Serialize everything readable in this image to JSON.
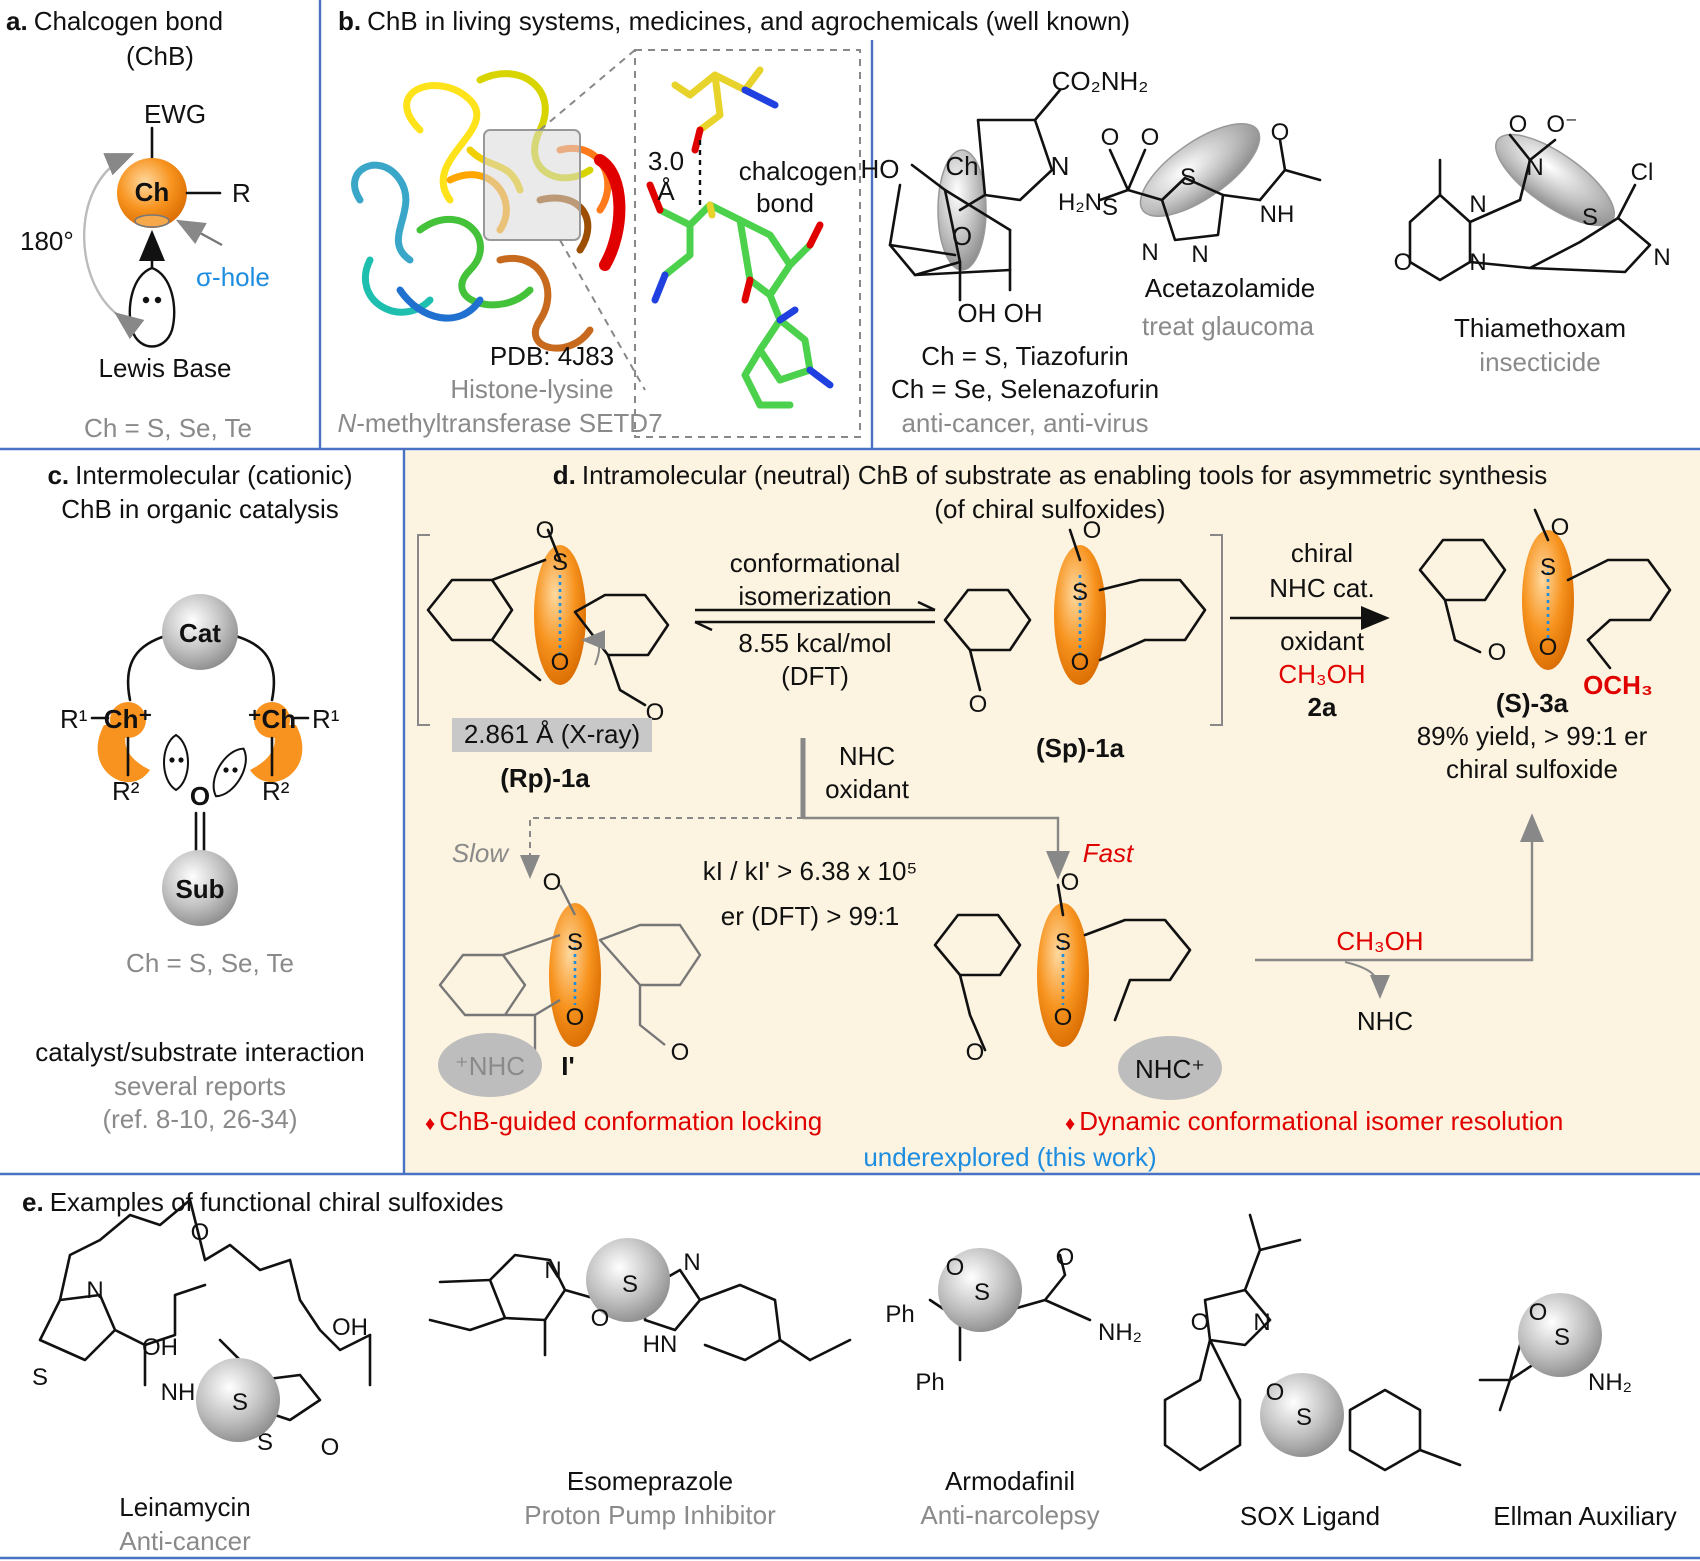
{
  "panel_a": {
    "heading_bold": "a.",
    "heading": "Chalcogen bond",
    "heading2": "(ChB)",
    "ewg": "EWG",
    "ch": "Ch",
    "r": "R",
    "angle": "180°",
    "sigma_hole": "σ-hole",
    "lewis_base": "Lewis Base",
    "footnote": "Ch = S, Se, Te"
  },
  "panel_b": {
    "heading_bold": "b.",
    "heading": "ChB in living systems, medicines, and agrochemicals (well known)",
    "distance": "3.0",
    "angstrom": "Å",
    "chalcogen": "chalcogen",
    "bond": "bond",
    "pdb": "PDB: 4J83",
    "protein_line1": "Histone-lysine",
    "protein_line2_italic": "N",
    "protein_line2": "-methyltransferase SETD7",
    "tiazofurin_co2nh2": "CO₂NH₂",
    "tiazofurin_ho": "HO",
    "tiazofurin_oh": "OH  OH",
    "tiazofurin_ch": "Ch",
    "tiazofurin_n": "N",
    "tiazofurin_o": "O",
    "tiazofurin_label1": "Ch = S, Tiazofurin",
    "tiazofurin_label2": "Ch = Se, Selenazofurin",
    "tiazofurin_use": "anti-cancer, anti-virus",
    "acetazolamide_name": "Acetazolamide",
    "acetazolamide_use": "treat glaucoma",
    "thiamethoxam_name": "Thiamethoxam",
    "thiamethoxam_use": "insecticide"
  },
  "panel_c": {
    "heading_bold": "c.",
    "heading": "Intermolecular (cationic)",
    "heading2": "ChB in organic catalysis",
    "cat": "Cat",
    "sub": "Sub",
    "footnote": "Ch = S, Se, Te",
    "interaction": "catalyst/substrate interaction",
    "reports": "several reports",
    "refs": "(ref. 8-10, 26-34)"
  },
  "panel_d": {
    "heading_bold": "d.",
    "heading": "Intramolecular (neutral) ChB of substrate as enabling tools for asymmetric synthesis",
    "heading2": "(of chiral sulfoxides)",
    "conformational": "conformational",
    "isomerization": "isomerization",
    "energy": "8.55 kcal/mol",
    "dft": "(DFT)",
    "xray": "2.861 Å (X-ray)",
    "rp": "(Rp)-1a",
    "sp": "(Sp)-1a",
    "chiral": "chiral",
    "nhc_cat": "NHC cat.",
    "oxidant": "oxidant",
    "methanol": "CH₃OH",
    "reagent": "2a",
    "product": "(S)-3a",
    "yield": "89% yield, > 99:1 er",
    "chiral_sulfoxide": "chiral sulfoxide",
    "och3": "OCH₃",
    "nhc": "NHC",
    "oxidant2": "oxidant",
    "slow": "Slow",
    "fast": "Fast",
    "kinetics": "kI / kI' > 6.38 x 10⁵",
    "er_dft": "er (DFT) > 99:1",
    "intermediate_slow": "I'",
    "nhc_plus_left": "⁺NHC",
    "nhc_plus_right": "NHC⁺",
    "methanol2": "CH₃OH",
    "nhc_out": "NHC",
    "locking": "ChB-guided conformation locking",
    "resolution": "Dynamic conformational isomer resolution",
    "underexplored": "underexplored (this work)"
  },
  "panel_e": {
    "heading_bold": "e.",
    "heading": "Examples of functional chiral sulfoxides",
    "molecules": [
      {
        "name": "Leinamycin",
        "use": "Anti-cancer"
      },
      {
        "name": "Esomeprazole",
        "use": "Proton Pump Inhibitor"
      },
      {
        "name": "Armodafinil",
        "use": "Anti-narcolepsy"
      },
      {
        "name": "SOX Ligand",
        "use": ""
      },
      {
        "name": "Ellman Auxiliary",
        "use": ""
      }
    ]
  },
  "colors": {
    "orange": "#f7931e",
    "panel_d_bg": "#fcf3e0",
    "separator": "#4a72c4",
    "red": "#e00000",
    "blue": "#1e8de0",
    "grey_text": "#8a8a8a"
  }
}
